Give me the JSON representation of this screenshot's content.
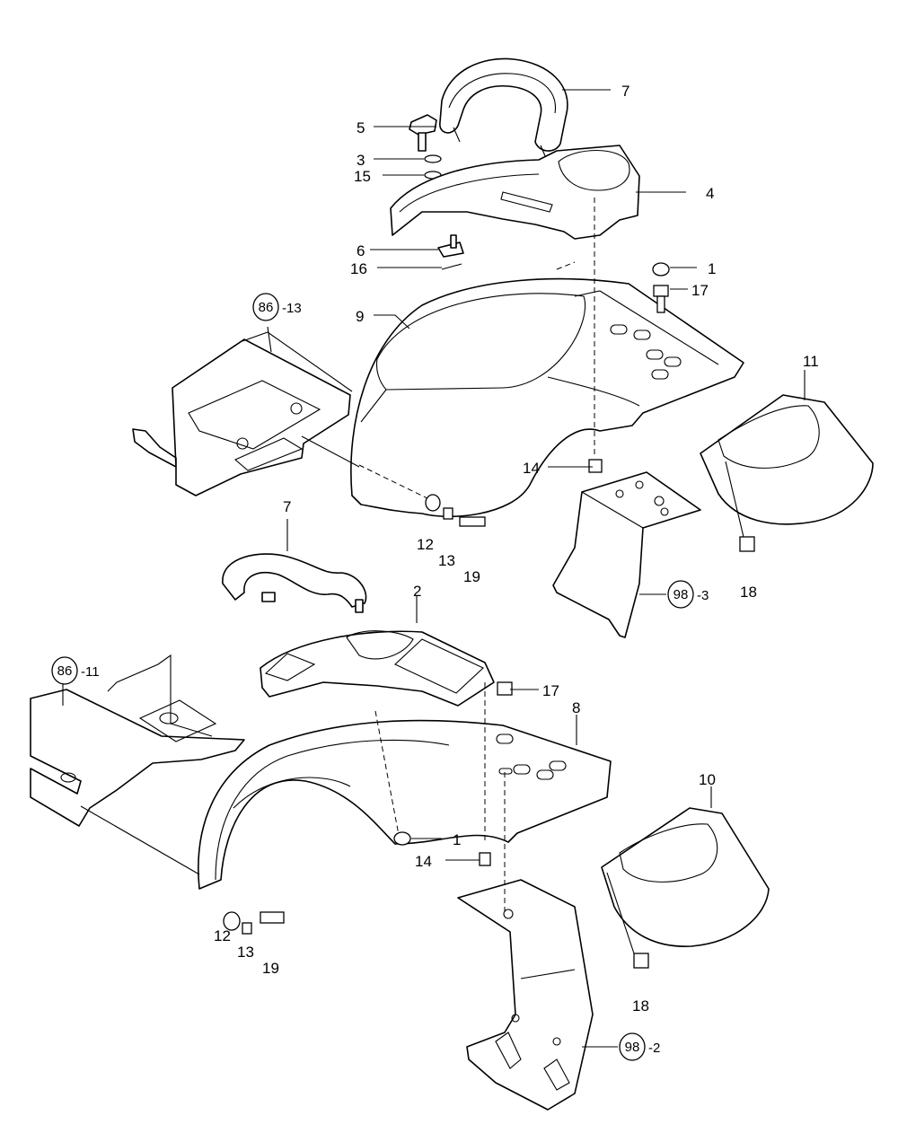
{
  "callouts": {
    "c1a": "1",
    "c1b": "1",
    "c2": "2",
    "c3": "3",
    "c4": "4",
    "c5": "5",
    "c6": "6",
    "c7a": "7",
    "c7b": "7",
    "c8": "8",
    "c9": "9",
    "c10": "10",
    "c11": "11",
    "c12a": "12",
    "c12b": "12",
    "c13a": "13",
    "c13b": "13",
    "c14a": "14",
    "c14b": "14",
    "c15": "15",
    "c16": "16",
    "c17a": "17",
    "c17b": "17",
    "c18a": "18",
    "c18b": "18",
    "c19a": "19",
    "c19b": "19"
  },
  "refs": {
    "r86_13": {
      "circle": "86",
      "suffix": "-13"
    },
    "r86_11": {
      "circle": "86",
      "suffix": "-11"
    },
    "r98_3": {
      "circle": "98",
      "suffix": "-3"
    },
    "r98_2": {
      "circle": "98",
      "suffix": "-2"
    }
  }
}
